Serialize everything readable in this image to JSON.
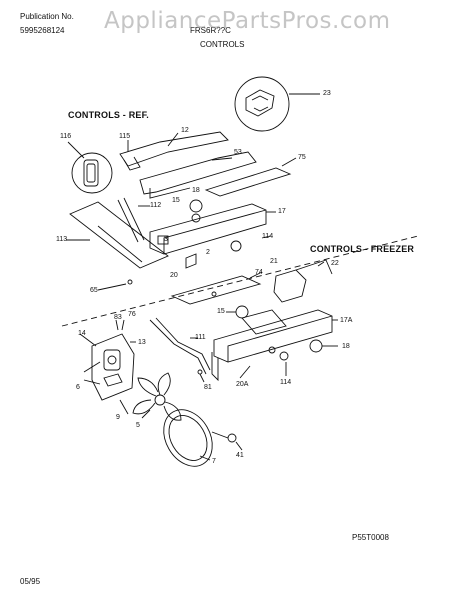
{
  "header": {
    "publication_label": "Publication No.",
    "publication_number": "5995268124",
    "model": "FRS6R??C",
    "title": "CONTROLS"
  },
  "watermark": "AppliancePartsPros.com",
  "sections": {
    "ref": "CONTROLS - REF.",
    "freezer": "CONTROLS - FREEZER"
  },
  "parts": {
    "p23": "23",
    "p116": "116",
    "p115": "115",
    "p12": "12",
    "p53": "53",
    "p75": "75",
    "p112": "112",
    "p18a": "18",
    "p15a": "15",
    "p17": "17",
    "p113": "113",
    "p3": "3",
    "p114a": "114",
    "p2": "2",
    "p20": "20",
    "p22": "22",
    "p74": "74",
    "p21": "21",
    "p65": "65",
    "p15b": "15",
    "p83": "83",
    "p76": "76",
    "p14": "14",
    "p17a": "17A",
    "p111": "111",
    "p13": "13",
    "p18b": "18",
    "p6": "6",
    "p20a": "20A",
    "p114b": "114",
    "p81": "81",
    "p9": "9",
    "p5": "5",
    "p7": "7",
    "p41": "41"
  },
  "footer": {
    "drawing_code": "P55T0008",
    "date": "05/95"
  },
  "colors": {
    "line": "#111111",
    "watermark": "#969696"
  }
}
